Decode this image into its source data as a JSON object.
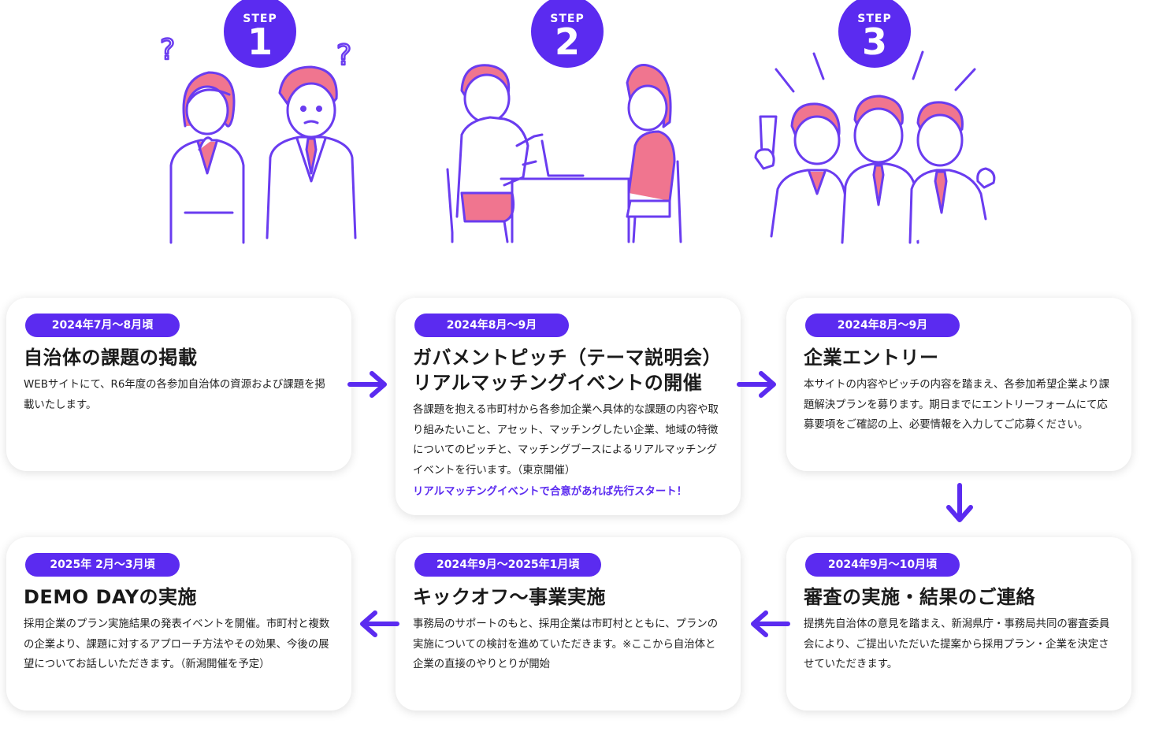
{
  "steps": [
    {
      "label": "STEP",
      "number": "1"
    },
    {
      "label": "STEP",
      "number": "2"
    },
    {
      "label": "STEP",
      "number": "3"
    }
  ],
  "cards": [
    {
      "date": "2024年7月～8月頃",
      "title": "自治体の課題の掲載",
      "body": "WEBサイトにて、R6年度の各参加自治体の資源および課題を掲載いたします。"
    },
    {
      "date": "2024年8月～9月",
      "title": "ガバメントピッチ（テーマ説明会）リアルマッチングイベントの開催",
      "body": "各課題を抱える市町村から各参加企業へ具体的な課題の内容や取り組みたいこと、アセット、マッチングしたい企業、地域の特徴についてのピッチと、マッチングブースによるリアルマッチングイベントを行います。（東京開催）",
      "highlight": "リアルマッチングイベントで合意があれば先行スタート！"
    },
    {
      "date": "2024年8月～9月",
      "title": "企業エントリー",
      "body": "本サイトの内容やピッチの内容を踏まえ、各参加希望企業より課題解決プランを募ります。期日までにエントリーフォームにて応募要項をご確認の上、必要情報を入力してご応募ください。"
    },
    {
      "date": "2024年9月～10月頃",
      "title": "審査の実施・結果のご連絡",
      "body": "提携先自治体の意見を踏まえ、新潟県庁・事務局共同の審査委員会により、ご提出いただいた提案から採用プラン・企業を決定させていただきます。"
    },
    {
      "date": "2024年9月～2025年1月頃",
      "title": "キックオフ～事業実施",
      "body": "事務局のサポートのもと、採用企業は市町村とともに、プランの実施についての検討を進めていただきます。※ここから自治体と企業の直接のやりとりが開始"
    },
    {
      "date": "2025年 2月～3月頃",
      "title": "DEMO DAYの実施",
      "body": "採用企業のプラン実施結果の発表イベントを開催。市町村と複数の企業より、課題に対するアプローチ方法やその効果、今後の展望についてお話しいただきます。（新潟開催を予定）"
    }
  ],
  "colors": {
    "accent": "#5b2bf0",
    "pink": "#f0758f",
    "line": "#6a3cf0"
  }
}
